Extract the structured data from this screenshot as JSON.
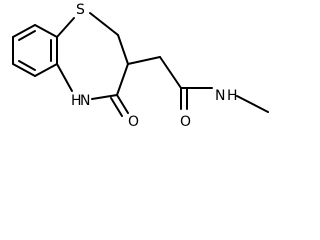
{
  "molecule": {
    "atoms": {
      "sulfur": "S",
      "nh": "H",
      "nh_n": "N",
      "ring_oxygen": "O",
      "amide_oxygen": "O",
      "amide_nh_n": "N",
      "amide_nh_h": "H"
    },
    "colors": {
      "bond": "#000000",
      "label": "#000000",
      "background": "#ffffff"
    }
  }
}
